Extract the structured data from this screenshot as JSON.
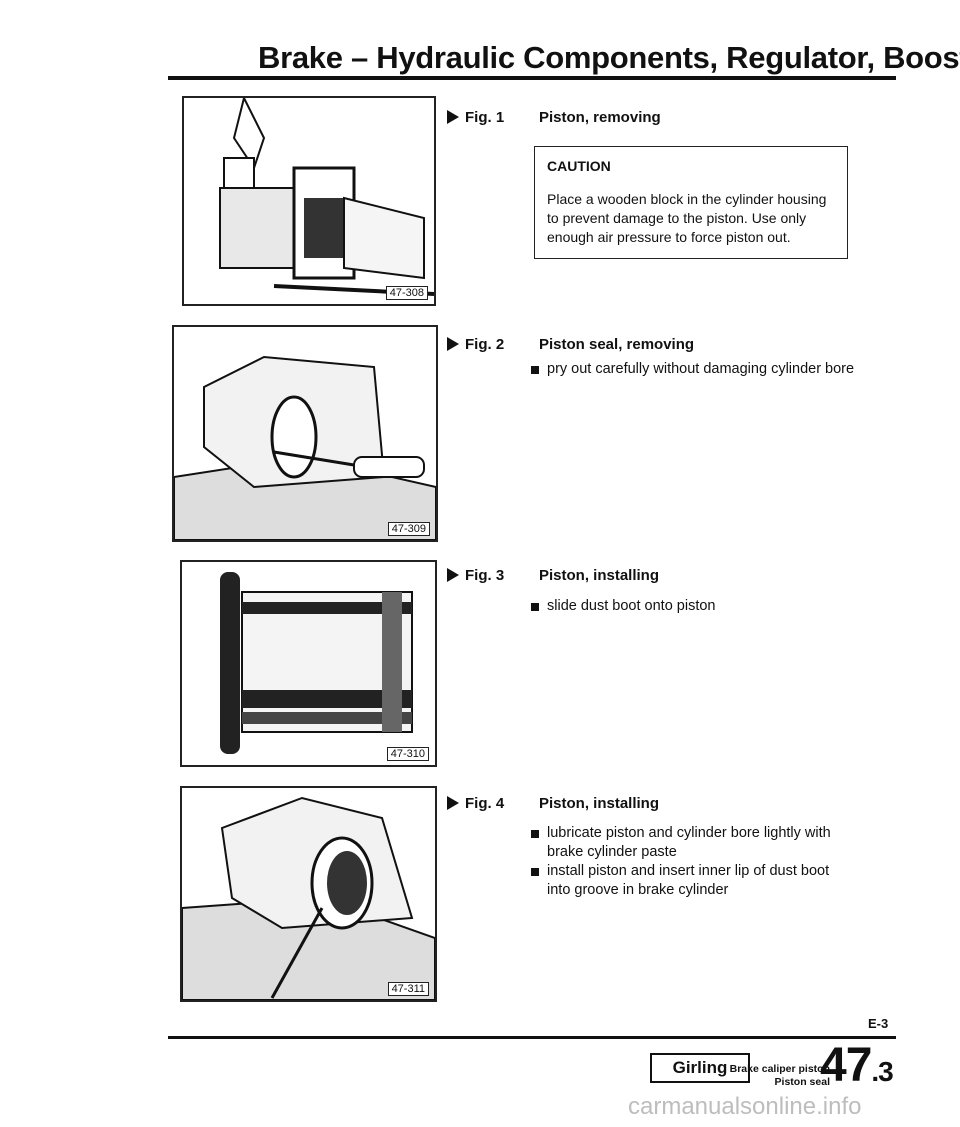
{
  "header": {
    "title": "Brake – Hydraulic Components, Regulator, Booster"
  },
  "figures": [
    {
      "fig_label": "Fig. 1",
      "title": "Piston, removing",
      "image_number": "47-308",
      "caution": {
        "title": "CAUTION",
        "text": "Place a wooden block in the cylinder housing to prevent damage to the piston. Use only enough air pressure to force piston out."
      }
    },
    {
      "fig_label": "Fig. 2",
      "title": "Piston seal, removing",
      "image_number": "47-309",
      "steps": [
        "pry out carefully without damaging cylinder bore"
      ]
    },
    {
      "fig_label": "Fig. 3",
      "title": "Piston, installing",
      "image_number": "47-310",
      "steps": [
        "slide dust boot onto piston"
      ]
    },
    {
      "fig_label": "Fig. 4",
      "title": "Piston, installing",
      "image_number": "47-311",
      "steps": [
        "lubricate piston and cylinder bore lightly with brake cylinder paste",
        "install piston and insert inner lip of dust boot into groove in brake cylinder"
      ]
    }
  ],
  "footer": {
    "page_code": "E-3",
    "brand": "Girling",
    "subtitle_line1": "Brake caliper piston",
    "subtitle_line2": "Piston seal",
    "section_main": "47",
    "section_sub": ".3"
  },
  "watermark": "carmanualsonline.info"
}
